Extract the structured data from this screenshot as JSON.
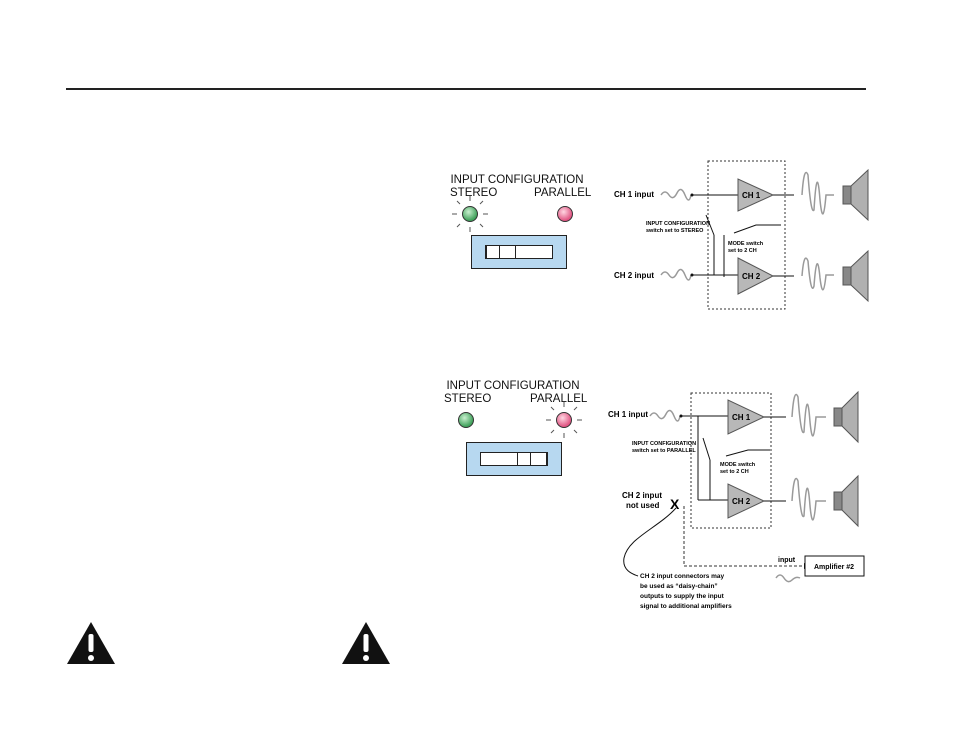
{
  "panel_stereo": {
    "title": "INPUT CONFIGURATION",
    "left_label": "STEREO",
    "right_label": "PARALLEL",
    "lit": "STEREO",
    "switch_position": "left"
  },
  "panel_parallel": {
    "title": "INPUT CONFIGURATION",
    "left_label": "STEREO",
    "right_label": "PARALLEL",
    "lit": "PARALLEL",
    "switch_position": "right"
  },
  "diagram_stereo": {
    "ch1_input": "CH 1 input",
    "ch2_input": "CH 2 input",
    "amp1": "CH 1",
    "amp2": "CH 2",
    "config_note_line1": "INPUT CONFIGURATION",
    "config_note_line2": "switch set to STEREO",
    "mode_note_line1": "MODE switch",
    "mode_note_line2": "set to 2 CH"
  },
  "diagram_parallel": {
    "ch1_input": "CH 1 input",
    "ch2_input_line1": "CH 2 input",
    "ch2_input_line2": "not used",
    "x_mark": "X",
    "amp1": "CH 1",
    "amp2": "CH 2",
    "config_note_line1": "INPUT CONFIGURATION",
    "config_note_line2": "switch set to PARALLEL",
    "mode_note_line1": "MODE switch",
    "mode_note_line2": "set to 2 CH",
    "input_label": "input",
    "amplifier2": "Amplifier #2",
    "daisy_note_line1": "CH 2 input connectors may",
    "daisy_note_line2": "be used as “daisy-chain”",
    "daisy_note_line3": "outputs to supply the input",
    "daisy_note_line4": "signal to additional amplifiers"
  },
  "colors": {
    "led_green": "#3fa05a",
    "led_pink": "#e05482",
    "switch_panel": "#b7d8f0",
    "wave_gray": "#9a9a9a",
    "amp_fill": "#b8b8b8"
  },
  "icons": [
    "warning-triangle-icon",
    "warning-triangle-icon"
  ]
}
